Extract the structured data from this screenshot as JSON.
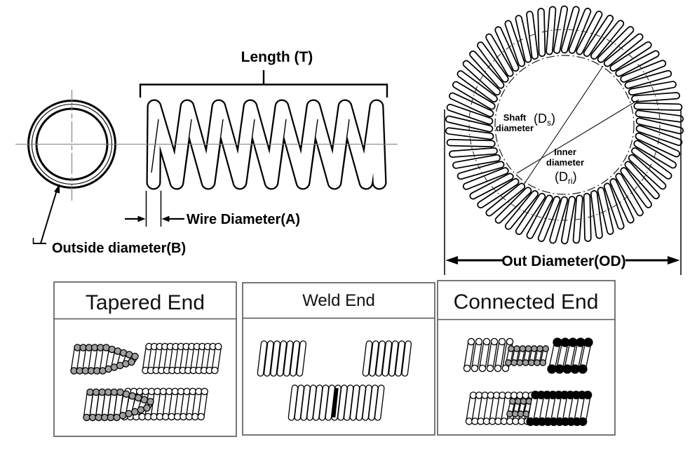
{
  "colors": {
    "line": "#000000",
    "white_dot": "#ffffff",
    "gray_dot": "#9f9f9f",
    "black_dot": "#000000",
    "panel_border": "#555555",
    "centerline": "#7d7d7d"
  },
  "side_view": {
    "length_label": "Length (T)",
    "wire_diameter_label": "Wire Diameter(A)",
    "outside_diameter_label": "Outside diameter(B)"
  },
  "garter_view": {
    "shaft_label_line1": "Shaft",
    "shaft_label_line2": "diameter",
    "shaft_symbol_pre": "(D",
    "shaft_symbol_sub": "s",
    "shaft_symbol_post": ")",
    "inner_label_line1": "Inner",
    "inner_label_line2": "diameter",
    "inner_symbol_pre": "(D",
    "inner_symbol_sub": "ri",
    "inner_symbol_post": ")",
    "out_diameter_label": "Out Diameter(OD)"
  },
  "end_panels": {
    "panels": [
      {
        "title": "Tapered End"
      },
      {
        "title": "Weld End"
      },
      {
        "title": "Connected End"
      }
    ]
  }
}
